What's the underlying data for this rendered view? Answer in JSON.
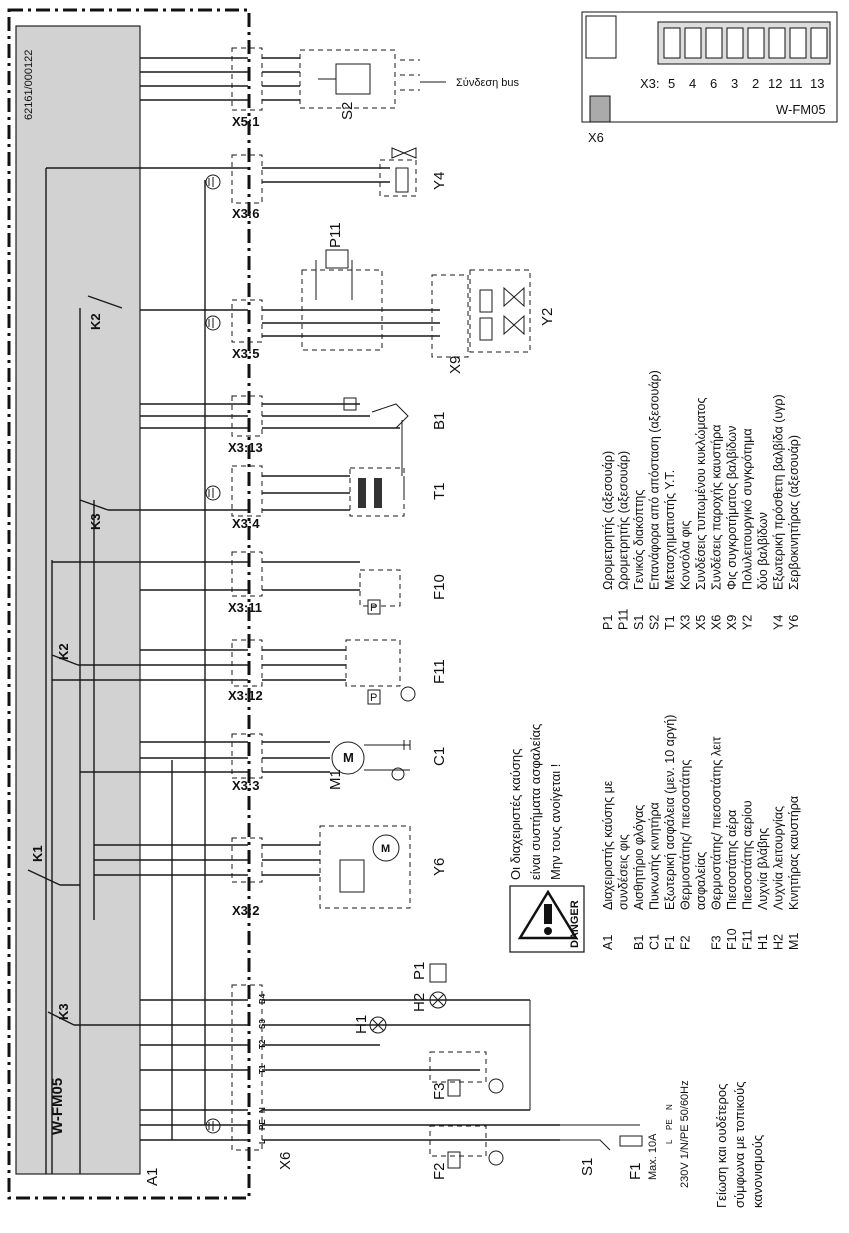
{
  "module": {
    "title": "W-FM05",
    "code": "62161/000122",
    "ref": "A1",
    "relays": [
      "K1",
      "K2",
      "K3",
      "K2",
      "K3"
    ]
  },
  "bus_label": "Σύνδεση bus",
  "connectors": [
    "X5:1",
    "X3:6",
    "X3:5",
    "X3:13",
    "X3:4",
    "X3:11",
    "X3:12",
    "X3:3",
    "X3:2",
    "X6"
  ],
  "devices": [
    "S2",
    "Y4",
    "P11",
    "Y2",
    "X9",
    "B1",
    "T1",
    "F10",
    "F11",
    "C1",
    "M1",
    "Y6",
    "P1",
    "H2",
    "H1",
    "F3",
    "F2",
    "S1",
    "F1"
  ],
  "x6_pins": [
    "B4",
    "S3",
    "T2",
    "T1",
    "N",
    "PE",
    "L"
  ],
  "supply_terms": [
    "N",
    "PE",
    "L"
  ],
  "fuse_rating": "Max. 10A",
  "supply": "230V 1/N/PE 50/60Hz",
  "earth_note": [
    "Γείωση και ουδέτερος",
    "σύμφωνα με τοπικούς",
    "κανονισμούς"
  ],
  "warning": {
    "badge": "DANGER",
    "lines": [
      "Οι διαχειριστές καύσης",
      "είναι συστήματα ασφαλείας",
      "Μην τους ανοίγεται !"
    ]
  },
  "inset": {
    "x3_label": "X3:",
    "pins": [
      "5",
      "4",
      "6",
      "3",
      "2",
      "12",
      "11",
      "13"
    ],
    "module": "W-FM05",
    "x6": "X6"
  },
  "legend": {
    "left": [
      {
        "code": "A1",
        "text": "Διαχειριστής καύσης με"
      },
      {
        "code": "",
        "text": "συνδέσεις φις"
      },
      {
        "code": "B1",
        "text": "Αισθητήριο φλόγας"
      },
      {
        "code": "C1",
        "text": "Πυκνωτής κινητήρα"
      },
      {
        "code": "F1",
        "text": "Εξωτερική ασφάλεια (μεν. 10 αργή)"
      },
      {
        "code": "F2",
        "text": "Θερμοστάτης/ πιεσοστάτης"
      },
      {
        "code": "",
        "text": "ασφαλείας"
      },
      {
        "code": "F3",
        "text": "Θερμοστάτης/ πιεσοστάτης λειτ"
      },
      {
        "code": "F10",
        "text": "Πιεσοστάτης αέρα"
      },
      {
        "code": "F11",
        "text": "Πιεσοστάτης αερίου"
      },
      {
        "code": "H1",
        "text": "Λυχνία βλάβης"
      },
      {
        "code": "H2",
        "text": "Λυχνία λειτουργίας"
      },
      {
        "code": "M1",
        "text": "Κινητήρας καυστήρα"
      }
    ],
    "right": [
      {
        "code": "P1",
        "text": "Ωρομετρητής (αξεσουάρ)"
      },
      {
        "code": "P11",
        "text": "Ωρομετρητής (αξεσουάρ)"
      },
      {
        "code": "S1",
        "text": "Γενικός διακόπτης"
      },
      {
        "code": "S2",
        "text": "Επανάφορα από απόσταση (αξεσουάρ)"
      },
      {
        "code": "T1",
        "text": "Μετασχηματιστής Υ.Τ."
      },
      {
        "code": "X3",
        "text": "Κονσόλα φις"
      },
      {
        "code": "X5",
        "text": "Συνδέσεις τυπωμένου κυκλώματος"
      },
      {
        "code": "X6",
        "text": "Συνδέσεις παροχής καυστήρα"
      },
      {
        "code": "X9",
        "text": "Φις συγκροτήματος βαλβίδων"
      },
      {
        "code": "Y2",
        "text": "Πολυλειτουργικό συγκρότημα"
      },
      {
        "code": "",
        "text": "δύο βαλβίδων"
      },
      {
        "code": "Y4",
        "text": "Εξωτερική πρόσθετη βαλβίδα (υγρ)"
      },
      {
        "code": "Y6",
        "text": "Σερβοκινητήρας (αξεσουάρ)"
      }
    ]
  }
}
